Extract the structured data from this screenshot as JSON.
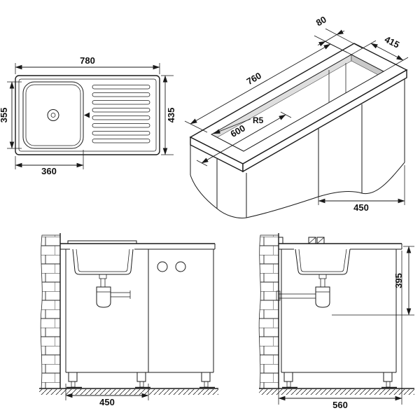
{
  "views": {
    "plan": {
      "width": "780",
      "height": "435",
      "bowl_height": "355",
      "bowl_width": "360"
    },
    "iso": {
      "edge_gap": "80",
      "cutout_width": "415",
      "cutout_length": "760",
      "front_edge": "600",
      "corner_radius": "R5",
      "cabinet_depth": "450"
    },
    "front": {
      "cabinet_width": "450"
    },
    "side": {
      "drain_height": "395",
      "depth": "560"
    }
  }
}
